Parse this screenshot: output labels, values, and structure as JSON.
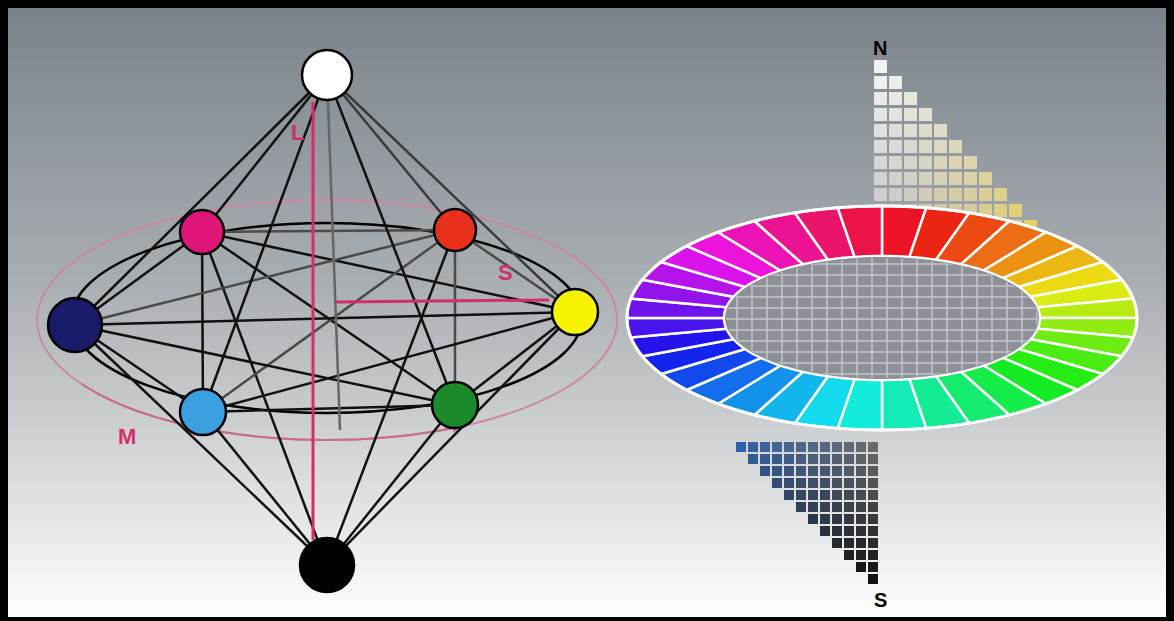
{
  "diagram": {
    "labels": [
      "L",
      "S",
      "M",
      "N",
      "S"
    ]
  }
}
